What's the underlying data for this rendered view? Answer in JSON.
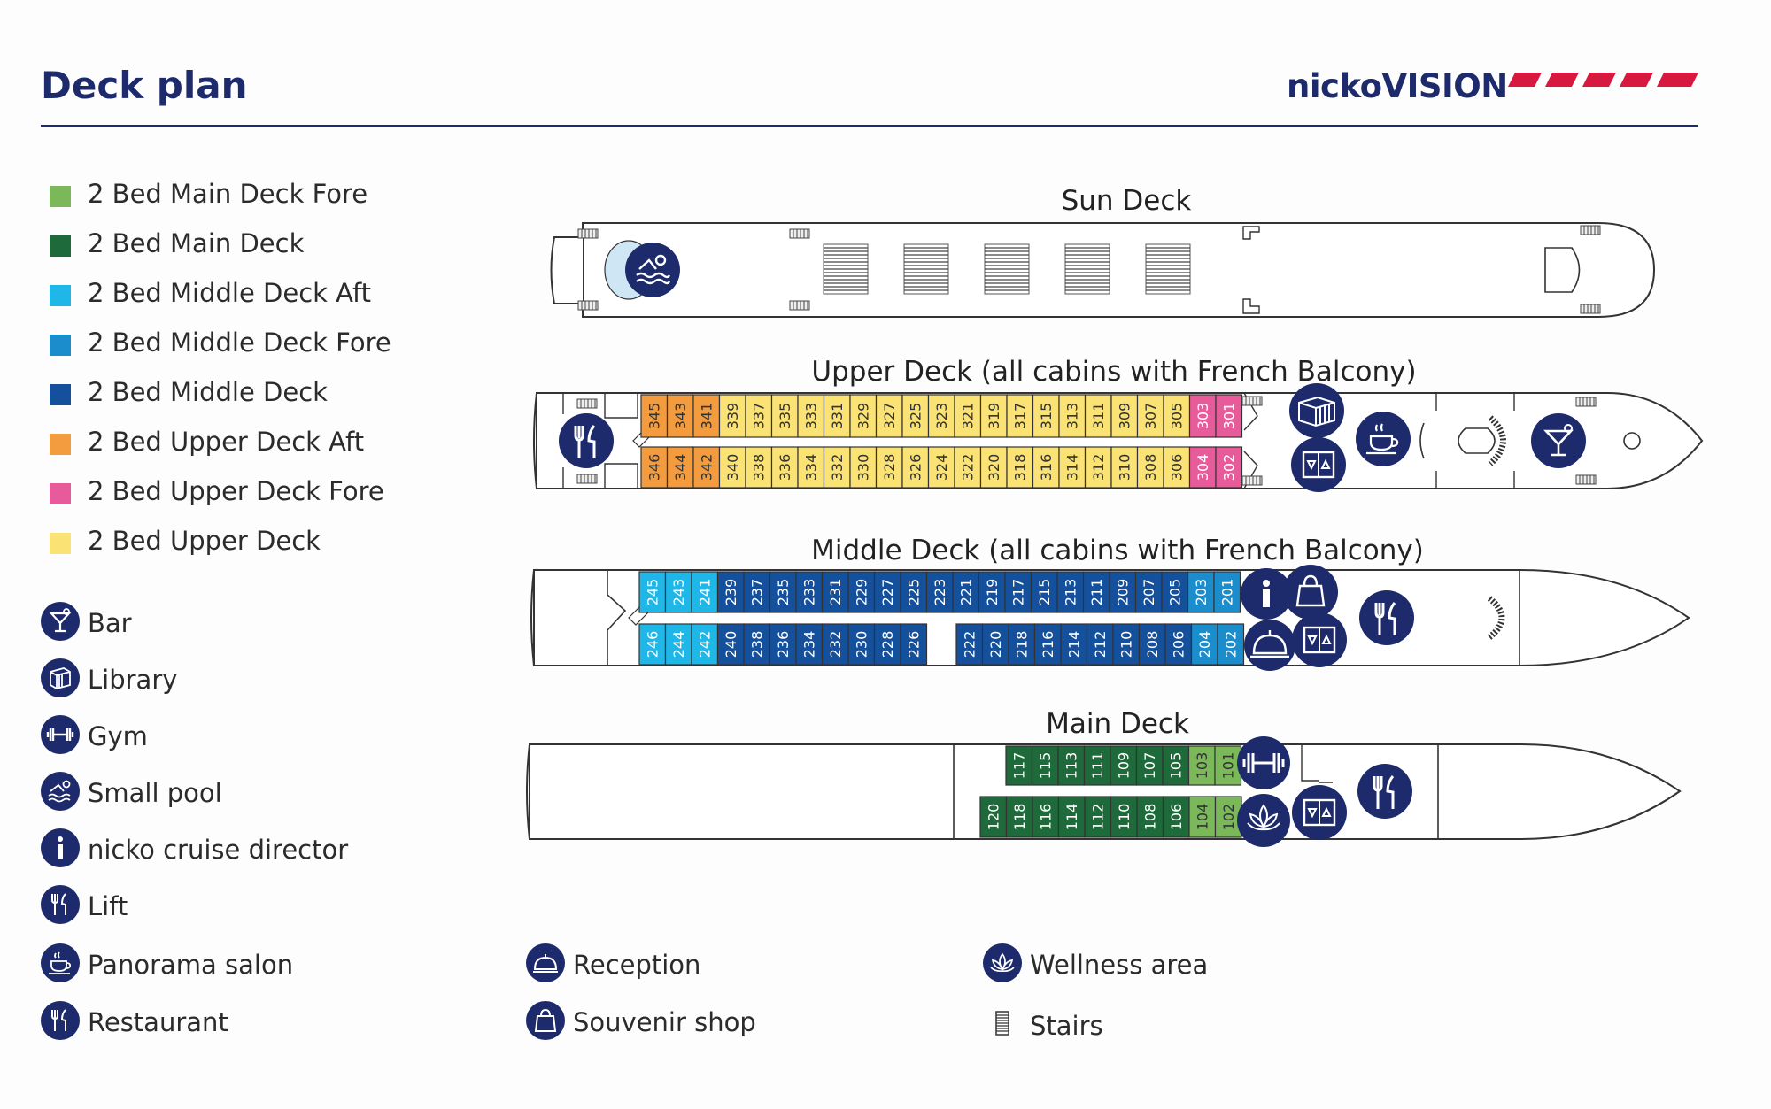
{
  "header": {
    "title": "Deck plan",
    "brand": "nickoVISION",
    "brand_color": "#d7193f",
    "navy": "#1d2a6b"
  },
  "cabin_legend": [
    {
      "label": "2 Bed Main Deck Fore",
      "color": "#7ab85a"
    },
    {
      "label": "2 Bed Main Deck",
      "color": "#1e6a3b"
    },
    {
      "label": "2 Bed Middle Deck Aft",
      "color": "#1fb6e8"
    },
    {
      "label": "2 Bed Middle Deck Fore",
      "color": "#1b8ccc"
    },
    {
      "label": "2 Bed Middle Deck",
      "color": "#14509c"
    },
    {
      "label": "2 Bed Upper Deck Aft",
      "color": "#f29b3f"
    },
    {
      "label": "2 Bed Upper Deck Fore",
      "color": "#e85b9b"
    },
    {
      "label": "2 Bed Upper Deck",
      "color": "#fbe274"
    }
  ],
  "icon_legend": [
    {
      "label": "Bar",
      "icon": "cocktail-icon"
    },
    {
      "label": "Library",
      "icon": "books-icon"
    },
    {
      "label": "Gym",
      "icon": "dumbbell-icon"
    },
    {
      "label": "Small pool",
      "icon": "swimmer-icon"
    },
    {
      "label": "nicko cruise director",
      "icon": "info-icon"
    },
    {
      "label": "Lift",
      "icon": "cutlery-icon"
    },
    {
      "label": "Panorama salon",
      "icon": "coffee-cup-icon"
    },
    {
      "label": "Restaurant",
      "icon": "cutlery-icon"
    },
    {
      "label": "Reception",
      "icon": "service-bell-icon"
    },
    {
      "label": "Souvenir shop",
      "icon": "shopping-bag-icon"
    },
    {
      "label": "Wellness area",
      "icon": "lotus-icon"
    },
    {
      "label": "Stairs",
      "icon": "stairs-icon"
    }
  ],
  "decks": {
    "sun": {
      "title": "Sun Deck"
    },
    "upper": {
      "title": "Upper Deck (all cabins with French Balcony)",
      "top_row": [
        {
          "n": "345",
          "c": "#f29b3f"
        },
        {
          "n": "343",
          "c": "#f29b3f"
        },
        {
          "n": "341",
          "c": "#f29b3f"
        },
        {
          "n": "339",
          "c": "#fbe274"
        },
        {
          "n": "337",
          "c": "#fbe274"
        },
        {
          "n": "335",
          "c": "#fbe274"
        },
        {
          "n": "333",
          "c": "#fbe274"
        },
        {
          "n": "331",
          "c": "#fbe274"
        },
        {
          "n": "329",
          "c": "#fbe274"
        },
        {
          "n": "327",
          "c": "#fbe274"
        },
        {
          "n": "325",
          "c": "#fbe274"
        },
        {
          "n": "323",
          "c": "#fbe274"
        },
        {
          "n": "321",
          "c": "#fbe274"
        },
        {
          "n": "319",
          "c": "#fbe274"
        },
        {
          "n": "317",
          "c": "#fbe274"
        },
        {
          "n": "315",
          "c": "#fbe274"
        },
        {
          "n": "313",
          "c": "#fbe274"
        },
        {
          "n": "311",
          "c": "#fbe274"
        },
        {
          "n": "309",
          "c": "#fbe274"
        },
        {
          "n": "307",
          "c": "#fbe274"
        },
        {
          "n": "305",
          "c": "#fbe274"
        },
        {
          "n": "303",
          "c": "#e85b9b"
        },
        {
          "n": "301",
          "c": "#e85b9b"
        }
      ],
      "bottom_row": [
        {
          "n": "346",
          "c": "#f29b3f"
        },
        {
          "n": "344",
          "c": "#f29b3f"
        },
        {
          "n": "342",
          "c": "#f29b3f"
        },
        {
          "n": "340",
          "c": "#fbe274"
        },
        {
          "n": "338",
          "c": "#fbe274"
        },
        {
          "n": "336",
          "c": "#fbe274"
        },
        {
          "n": "334",
          "c": "#fbe274"
        },
        {
          "n": "332",
          "c": "#fbe274"
        },
        {
          "n": "330",
          "c": "#fbe274"
        },
        {
          "n": "328",
          "c": "#fbe274"
        },
        {
          "n": "326",
          "c": "#fbe274"
        },
        {
          "n": "324",
          "c": "#fbe274"
        },
        {
          "n": "322",
          "c": "#fbe274"
        },
        {
          "n": "320",
          "c": "#fbe274"
        },
        {
          "n": "318",
          "c": "#fbe274"
        },
        {
          "n": "316",
          "c": "#fbe274"
        },
        {
          "n": "314",
          "c": "#fbe274"
        },
        {
          "n": "312",
          "c": "#fbe274"
        },
        {
          "n": "310",
          "c": "#fbe274"
        },
        {
          "n": "308",
          "c": "#fbe274"
        },
        {
          "n": "306",
          "c": "#fbe274"
        },
        {
          "n": "304",
          "c": "#e85b9b"
        },
        {
          "n": "302",
          "c": "#e85b9b"
        }
      ]
    },
    "middle": {
      "title": "Middle Deck (all cabins with French Balcony)",
      "top_row": [
        {
          "n": "245",
          "c": "#1fb6e8"
        },
        {
          "n": "243",
          "c": "#1fb6e8"
        },
        {
          "n": "241",
          "c": "#1fb6e8"
        },
        {
          "n": "239",
          "c": "#14509c"
        },
        {
          "n": "237",
          "c": "#14509c"
        },
        {
          "n": "235",
          "c": "#14509c"
        },
        {
          "n": "233",
          "c": "#14509c"
        },
        {
          "n": "231",
          "c": "#14509c"
        },
        {
          "n": "229",
          "c": "#14509c"
        },
        {
          "n": "227",
          "c": "#14509c"
        },
        {
          "n": "225",
          "c": "#14509c"
        },
        {
          "n": "223",
          "c": "#14509c"
        },
        {
          "n": "221",
          "c": "#14509c"
        },
        {
          "n": "219",
          "c": "#14509c"
        },
        {
          "n": "217",
          "c": "#14509c"
        },
        {
          "n": "215",
          "c": "#14509c"
        },
        {
          "n": "213",
          "c": "#14509c"
        },
        {
          "n": "211",
          "c": "#14509c"
        },
        {
          "n": "209",
          "c": "#14509c"
        },
        {
          "n": "207",
          "c": "#14509c"
        },
        {
          "n": "205",
          "c": "#14509c"
        },
        {
          "n": "203",
          "c": "#1b8ccc"
        },
        {
          "n": "201",
          "c": "#1b8ccc"
        }
      ],
      "bottom_left": [
        {
          "n": "246",
          "c": "#1fb6e8"
        },
        {
          "n": "244",
          "c": "#1fb6e8"
        },
        {
          "n": "242",
          "c": "#1fb6e8"
        },
        {
          "n": "240",
          "c": "#14509c"
        },
        {
          "n": "238",
          "c": "#14509c"
        },
        {
          "n": "236",
          "c": "#14509c"
        },
        {
          "n": "234",
          "c": "#14509c"
        },
        {
          "n": "232",
          "c": "#14509c"
        },
        {
          "n": "230",
          "c": "#14509c"
        },
        {
          "n": "228",
          "c": "#14509c"
        },
        {
          "n": "226",
          "c": "#14509c"
        }
      ],
      "bottom_right": [
        {
          "n": "222",
          "c": "#14509c"
        },
        {
          "n": "220",
          "c": "#14509c"
        },
        {
          "n": "218",
          "c": "#14509c"
        },
        {
          "n": "216",
          "c": "#14509c"
        },
        {
          "n": "214",
          "c": "#14509c"
        },
        {
          "n": "212",
          "c": "#14509c"
        },
        {
          "n": "210",
          "c": "#14509c"
        },
        {
          "n": "208",
          "c": "#14509c"
        },
        {
          "n": "206",
          "c": "#14509c"
        },
        {
          "n": "204",
          "c": "#1b8ccc"
        },
        {
          "n": "202",
          "c": "#1b8ccc"
        }
      ]
    },
    "main": {
      "title": "Main Deck",
      "top_row": [
        {
          "n": "117",
          "c": "#1e6a3b"
        },
        {
          "n": "115",
          "c": "#1e6a3b"
        },
        {
          "n": "113",
          "c": "#1e6a3b"
        },
        {
          "n": "111",
          "c": "#1e6a3b"
        },
        {
          "n": "109",
          "c": "#1e6a3b"
        },
        {
          "n": "107",
          "c": "#1e6a3b"
        },
        {
          "n": "105",
          "c": "#1e6a3b"
        },
        {
          "n": "103",
          "c": "#7ab85a"
        },
        {
          "n": "101",
          "c": "#7ab85a"
        }
      ],
      "bottom_row": [
        {
          "n": "120",
          "c": "#1e6a3b"
        },
        {
          "n": "118",
          "c": "#1e6a3b"
        },
        {
          "n": "116",
          "c": "#1e6a3b"
        },
        {
          "n": "114",
          "c": "#1e6a3b"
        },
        {
          "n": "112",
          "c": "#1e6a3b"
        },
        {
          "n": "110",
          "c": "#1e6a3b"
        },
        {
          "n": "108",
          "c": "#1e6a3b"
        },
        {
          "n": "106",
          "c": "#1e6a3b"
        },
        {
          "n": "104",
          "c": "#7ab85a"
        },
        {
          "n": "102",
          "c": "#7ab85a"
        }
      ]
    }
  }
}
